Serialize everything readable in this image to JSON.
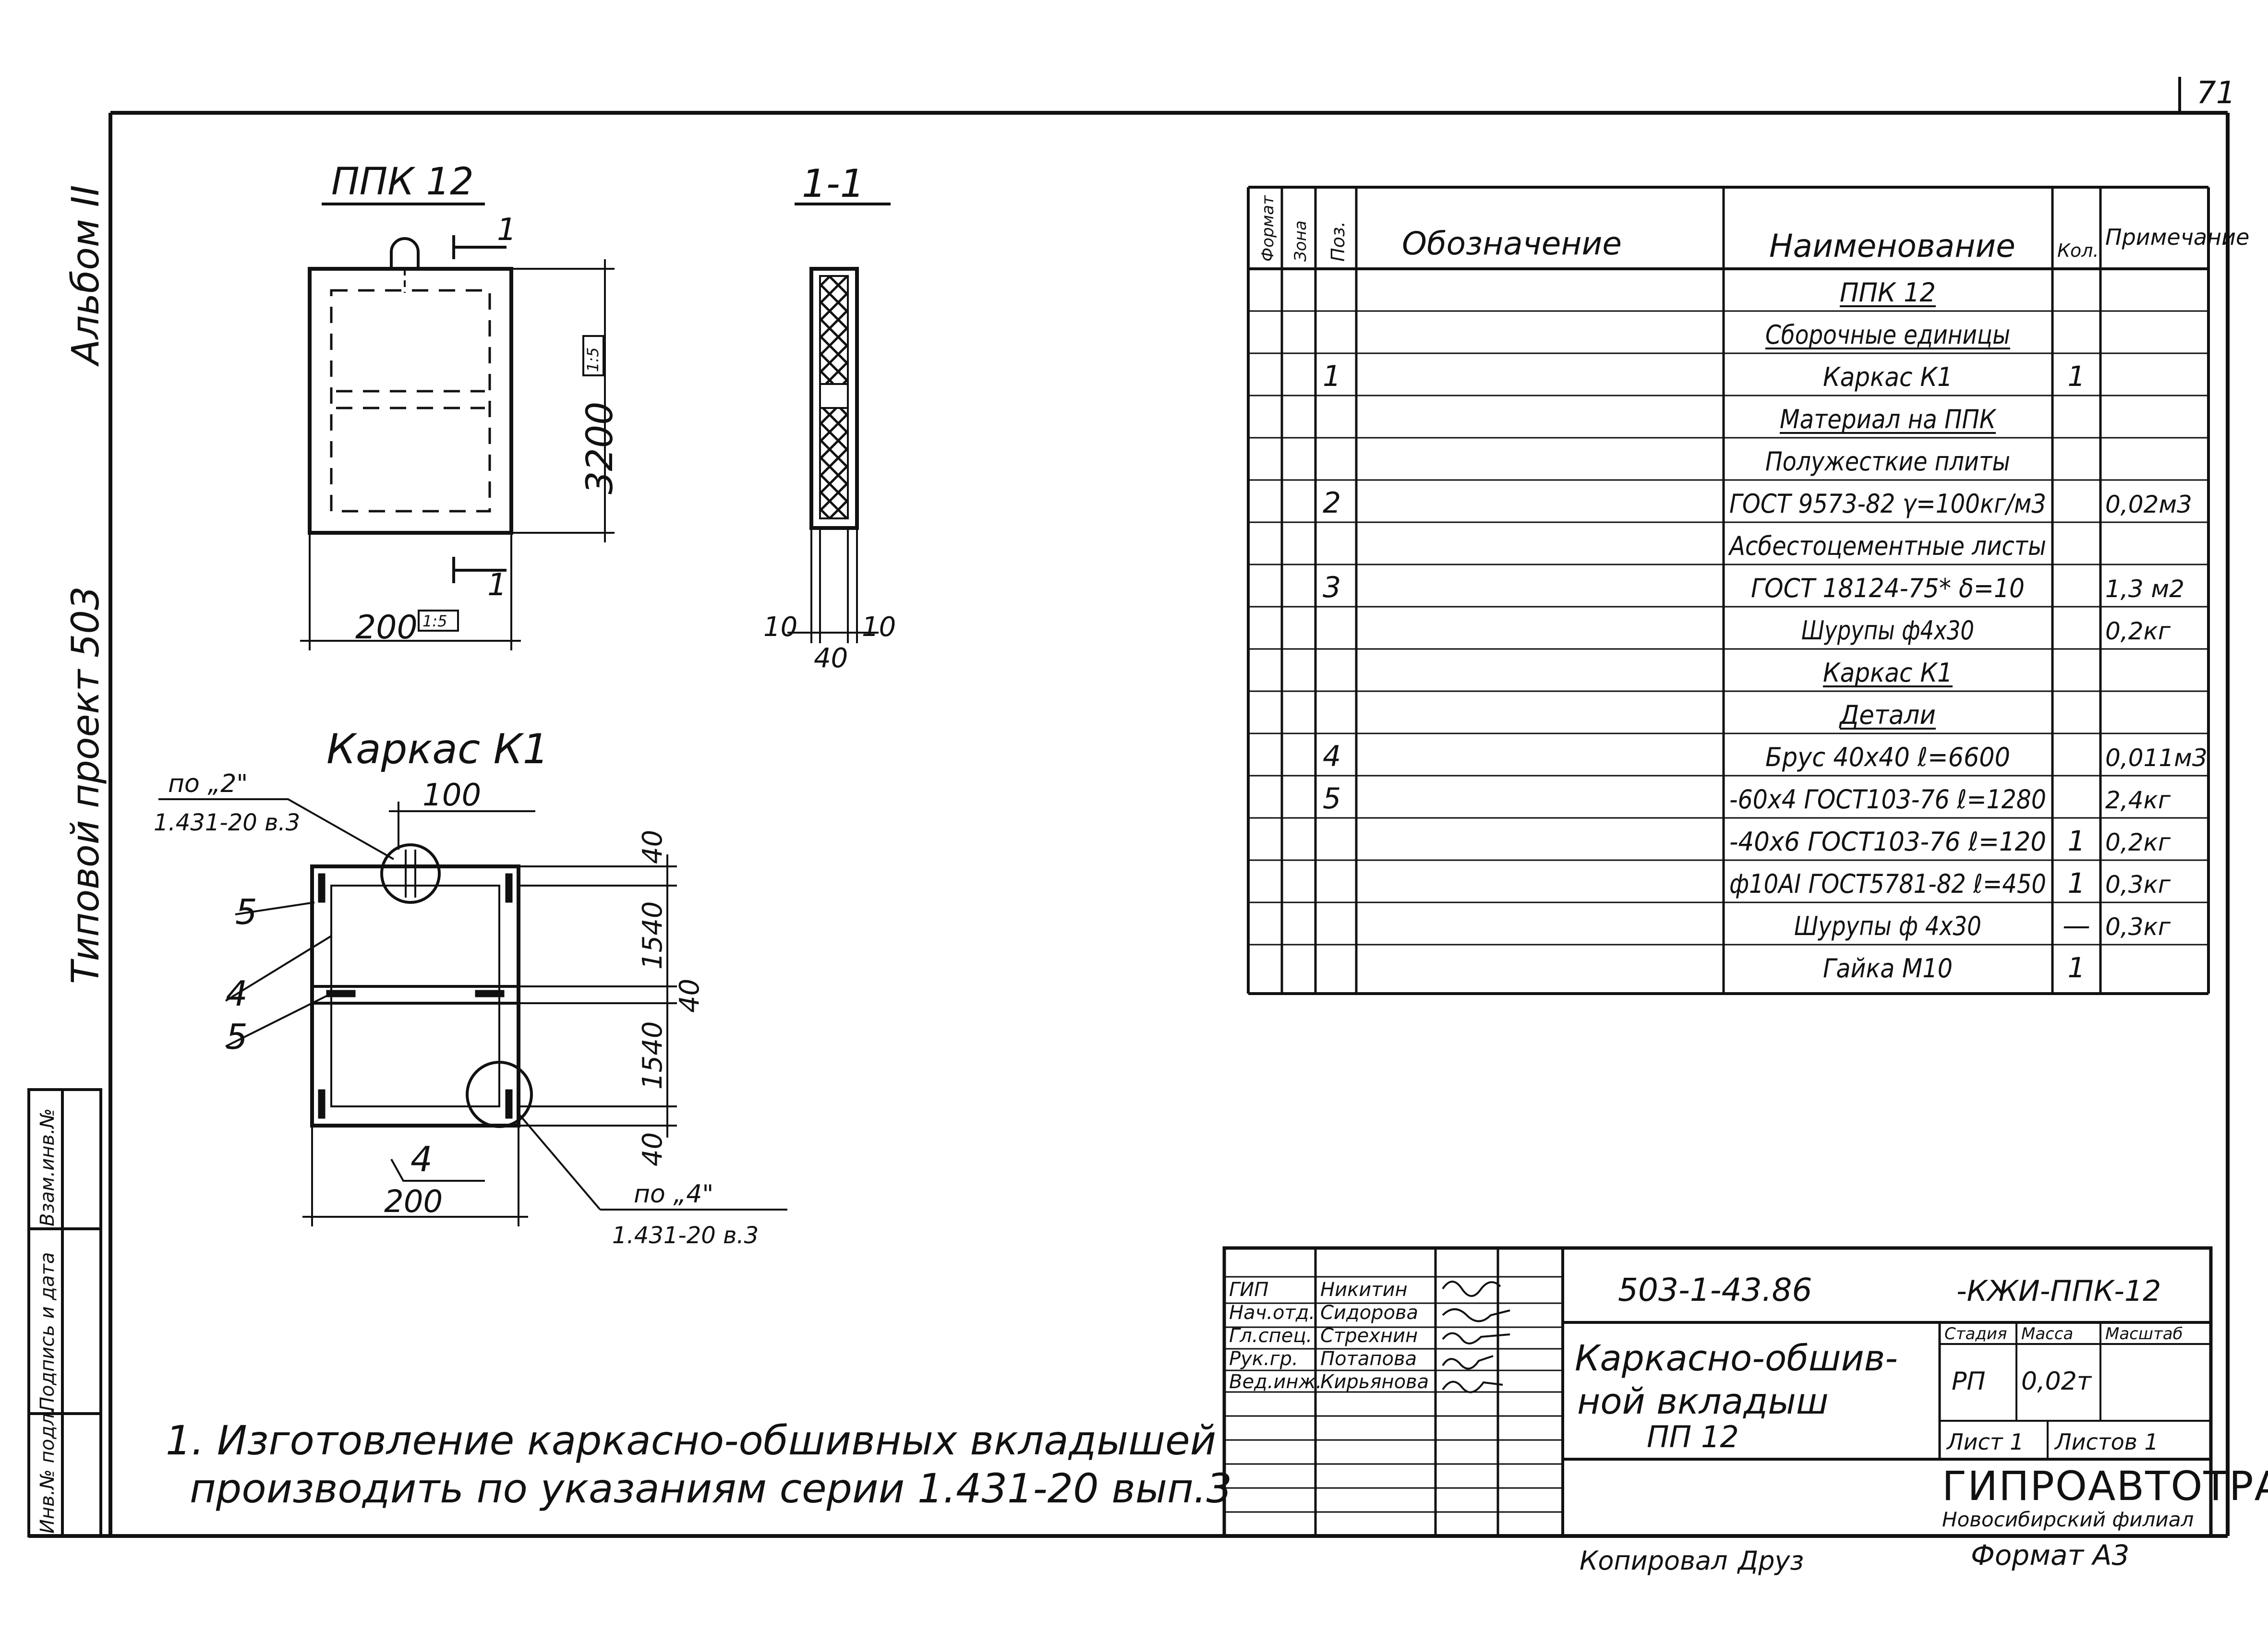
{
  "sheet": {
    "page_number": "71",
    "album": "Альбом II",
    "project": "Типовой проект 503",
    "format_label": "Формат А3",
    "copied_by": "Копировал",
    "copied_signature": "Друз"
  },
  "left_stamp": [
    "Инв.№ подл.",
    "Подпись и дата",
    "Взам.инв.№"
  ],
  "views": {
    "panel_title": "ППК 12",
    "panel_height": "3200",
    "panel_height_scale": "1:5",
    "panel_width": "200",
    "panel_width_scale": "1:5",
    "section_mark": "1",
    "section_title": "1-1",
    "section_dims": [
      "10",
      "10",
      "40"
    ],
    "frame_title": "Каркас К1",
    "frame_top_dim": "100",
    "frame_bottom_dim": "200",
    "frame_side_dims": [
      "40",
      "1540",
      "40",
      "1540",
      "40"
    ],
    "callout_top": [
      "по „2\"",
      "1.431-20 в.3"
    ],
    "callout_bottom": [
      "по „4\"",
      "1.431-20 в.3"
    ],
    "position_markers": [
      "5",
      "4",
      "5",
      "4"
    ]
  },
  "note": {
    "line1": "1. Изготовление каркасно-обшивных вкладышей",
    "line2": "производить по указаниям серии 1.431-20 вып.3"
  },
  "spec_table": {
    "headers": [
      "Формат",
      "Зона",
      "Поз.",
      "Обозначение",
      "Наименование",
      "Кол.",
      "Примечание"
    ],
    "rows": [
      {
        "pos": "",
        "name": "ППК 12",
        "qty": "",
        "note": "",
        "underline": true
      },
      {
        "pos": "",
        "name": "Сборочные единицы",
        "qty": "",
        "note": "",
        "underline": true
      },
      {
        "pos": "1",
        "name": "Каркас К1",
        "qty": "1",
        "note": ""
      },
      {
        "pos": "",
        "name": "Материал на ППК",
        "qty": "",
        "note": "",
        "underline": true
      },
      {
        "pos": "",
        "name": "Полужесткие плиты",
        "qty": "",
        "note": ""
      },
      {
        "pos": "2",
        "name": "ГОСТ 9573-82 γ=100кг/м3",
        "qty": "",
        "note": "0,02м3"
      },
      {
        "pos": "",
        "name": "Асбестоцементные листы",
        "qty": "",
        "note": ""
      },
      {
        "pos": "3",
        "name": "ГОСТ 18124-75* δ=10",
        "qty": "",
        "note": "1,3 м2"
      },
      {
        "pos": "",
        "name": "Шурупы ф4х30",
        "qty": "",
        "note": "0,2кг"
      },
      {
        "pos": "",
        "name": "Каркас К1",
        "qty": "",
        "note": "",
        "underline": true
      },
      {
        "pos": "",
        "name": "Детали",
        "qty": "",
        "note": "",
        "underline": true
      },
      {
        "pos": "4",
        "name": "Брус 40х40 ℓ=6600",
        "qty": "",
        "note": "0,011м3"
      },
      {
        "pos": "5",
        "name": "-60х4 ГОСТ103-76 ℓ=1280",
        "qty": "",
        "note": "2,4кг"
      },
      {
        "pos": "",
        "name": "-40х6 ГОСТ103-76 ℓ=120",
        "qty": "1",
        "note": "0,2кг"
      },
      {
        "pos": "",
        "name": "ф10АI ГОСТ5781-82 ℓ=450",
        "qty": "1",
        "note": "0,3кг"
      },
      {
        "pos": "",
        "name": "Шурупы ф 4х30",
        "qty": "—",
        "note": "0,3кг"
      },
      {
        "pos": "",
        "name": "Гайка М10",
        "qty": "1",
        "note": ""
      }
    ]
  },
  "title_block": {
    "roles": [
      "ГИП",
      "Нач.отд.",
      "Гл.спец.",
      "Рук.гр.",
      "Вед.инж."
    ],
    "names": [
      "Никитин",
      "Сидорова",
      "Стрехнин",
      "Потапова",
      "Кирьянова"
    ],
    "designation": "503-1-43.86",
    "code": "-КЖИ-ППК-12",
    "title_lines": [
      "Каркасно-обшив-",
      "ной вкладыш",
      "ПП 12"
    ],
    "col_headers": [
      "Стадия",
      "Масса",
      "Масштаб"
    ],
    "stage": "РП",
    "mass": "0,02т",
    "sheet": "Лист 1",
    "sheets": "Листов 1",
    "org": "ГИПРОАВТОТРАНС",
    "branch": "Новосибирский филиал"
  }
}
